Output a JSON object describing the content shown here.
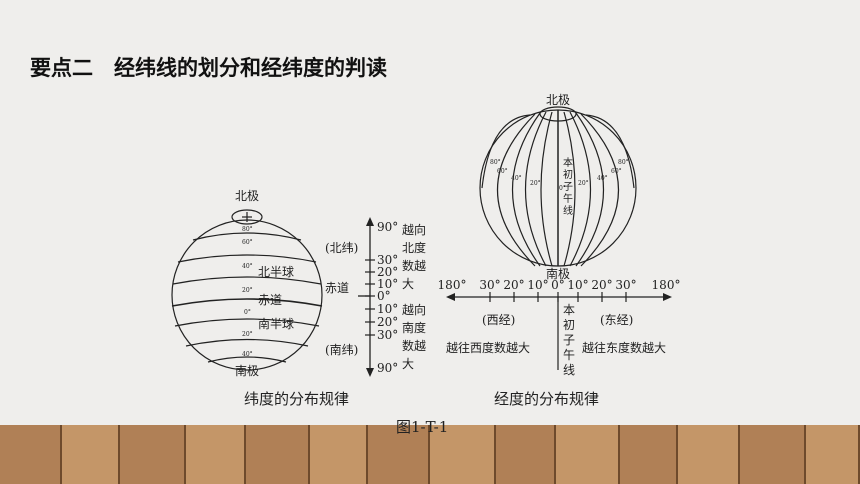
{
  "title": "要点二　经纬线的划分和经纬度的判读",
  "figure_caption": "图1-T-1",
  "latitude_diagram": {
    "north_pole": "北极",
    "south_pole": "南极",
    "equator": "赤道",
    "northern_hemisphere": "北半球",
    "southern_hemisphere": "南半球",
    "globe_labels": [
      "80°",
      "60°",
      "40°",
      "20°",
      "0°",
      "20°",
      "40°"
    ],
    "north_lat": "(北纬)",
    "south_lat": "(南纬)",
    "equator_side": "赤道",
    "scale_labels": [
      "90°",
      "30°",
      "20°",
      "10°",
      "0°",
      "10°",
      "20°",
      "30°",
      "90°"
    ],
    "north_note": [
      "越向",
      "北度",
      "数越",
      "大"
    ],
    "south_note": [
      "越向",
      "南度",
      "数越",
      "大"
    ],
    "caption": "纬度的分布规律"
  },
  "longitude_diagram": {
    "north_pole": "北极",
    "south_pole": "南极",
    "globe_left_labels": [
      "80°",
      "60°",
      "40°",
      "20°"
    ],
    "globe_right_labels": [
      "20°",
      "40°",
      "60°",
      "80°"
    ],
    "meridian_text": [
      "本",
      "初",
      "子",
      "午",
      "线"
    ],
    "meridian_zero": "0°",
    "axis_labels": [
      "180°",
      "30°",
      "20°",
      "10°",
      "0°",
      "10°",
      "20°",
      "30°",
      "180°"
    ],
    "west": "(西经)",
    "east": "(东经)",
    "west_note": "越往西度数越大",
    "east_note": "越往东度数越大",
    "axis_meridian_text": [
      "本",
      "初",
      "子",
      "午",
      "线"
    ],
    "caption": "经度的分布规律"
  },
  "colors": {
    "background": "#efeeec",
    "ink": "#222222",
    "floor": "#b98a5e"
  }
}
